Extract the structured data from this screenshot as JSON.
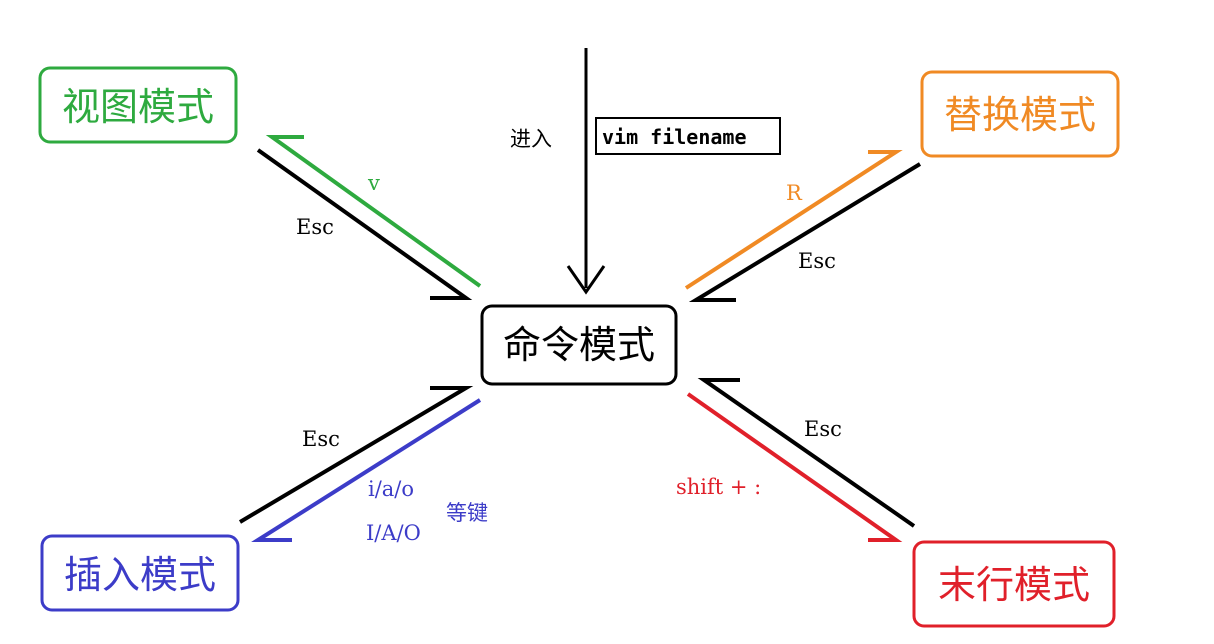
{
  "colors": {
    "command": "#000000",
    "visual": "#2eaa3f",
    "replace": "#f08a24",
    "insert": "#3c3cc8",
    "lastline": "#e0202a"
  },
  "modes": {
    "command": "命令模式",
    "visual": "视图模式",
    "replace": "替换模式",
    "insert": "插入模式",
    "lastline": "末行模式"
  },
  "entry": {
    "label": "进入",
    "command": "vim filename"
  },
  "transitions": {
    "to_visual": "v",
    "from_visual": "Esc",
    "to_replace": "R",
    "from_replace": "Esc",
    "to_insert_line1": "i/a/o",
    "to_insert_line2": "I/A/O",
    "to_insert_suffix": "等键",
    "from_insert": "Esc",
    "to_lastline": "shift + :",
    "from_lastline": "Esc"
  }
}
